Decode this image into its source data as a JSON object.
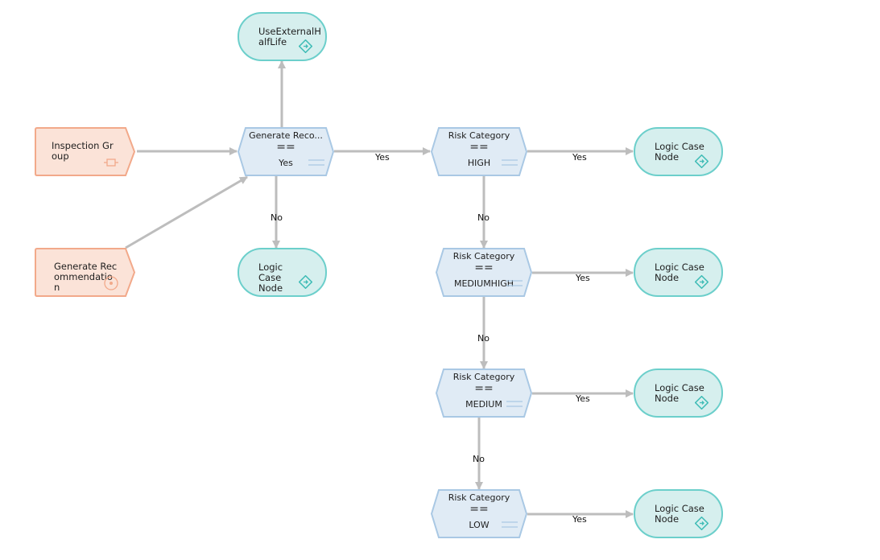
{
  "colors": {
    "edge": "#bdbdbd",
    "logic_fill": "#d6efee",
    "logic_stroke": "#6ccfcb",
    "decision_fill": "#e0ebf5",
    "decision_stroke": "#a9c8e4",
    "input_fill": "#fbe3d8",
    "input_stroke": "#f2a98a",
    "icon_teal": "#3fbcb6",
    "icon_orange": "#f2a98a"
  },
  "nodes": {
    "use_external": {
      "label": "UseExternalHalfLife",
      "icon": "logic-case-icon"
    },
    "inspection_group": {
      "label": "Inspection Group",
      "icon": "group-input-icon"
    },
    "generate_rec_input": {
      "label": "Generate Recommendation",
      "icon": "target-input-icon"
    },
    "generate_rec_decision": {
      "title": "Generate Reco...",
      "operator": "==",
      "value": "Yes",
      "icon": "lines-icon"
    },
    "logic_case_gen_no": {
      "label": "Logic Case Node",
      "icon": "logic-case-icon"
    },
    "risk_high": {
      "title": "Risk Category",
      "operator": "==",
      "value": "HIGH",
      "icon": "lines-icon"
    },
    "logic_case_high": {
      "label": "Logic Case Node",
      "icon": "logic-case-icon"
    },
    "risk_mediumhigh": {
      "title": "Risk Category",
      "operator": "==",
      "value": "MEDIUMHIGH",
      "icon": "lines-icon"
    },
    "logic_case_mediumhigh": {
      "label": "Logic Case Node",
      "icon": "logic-case-icon"
    },
    "risk_medium": {
      "title": "Risk Category",
      "operator": "==",
      "value": "MEDIUM",
      "icon": "lines-icon"
    },
    "logic_case_medium": {
      "label": "Logic Case Node",
      "icon": "logic-case-icon"
    },
    "risk_low": {
      "title": "Risk Category",
      "operator": "==",
      "value": "LOW",
      "icon": "lines-icon"
    },
    "logic_case_low": {
      "label": "Logic Case Node",
      "icon": "logic-case-icon"
    }
  },
  "edges": {
    "gen_yes": "Yes",
    "gen_no": "No",
    "high_yes": "Yes",
    "high_no": "No",
    "mediumhigh_yes": "Yes",
    "mediumhigh_no": "No",
    "medium_yes": "Yes",
    "medium_no": "No",
    "low_yes": "Yes"
  }
}
